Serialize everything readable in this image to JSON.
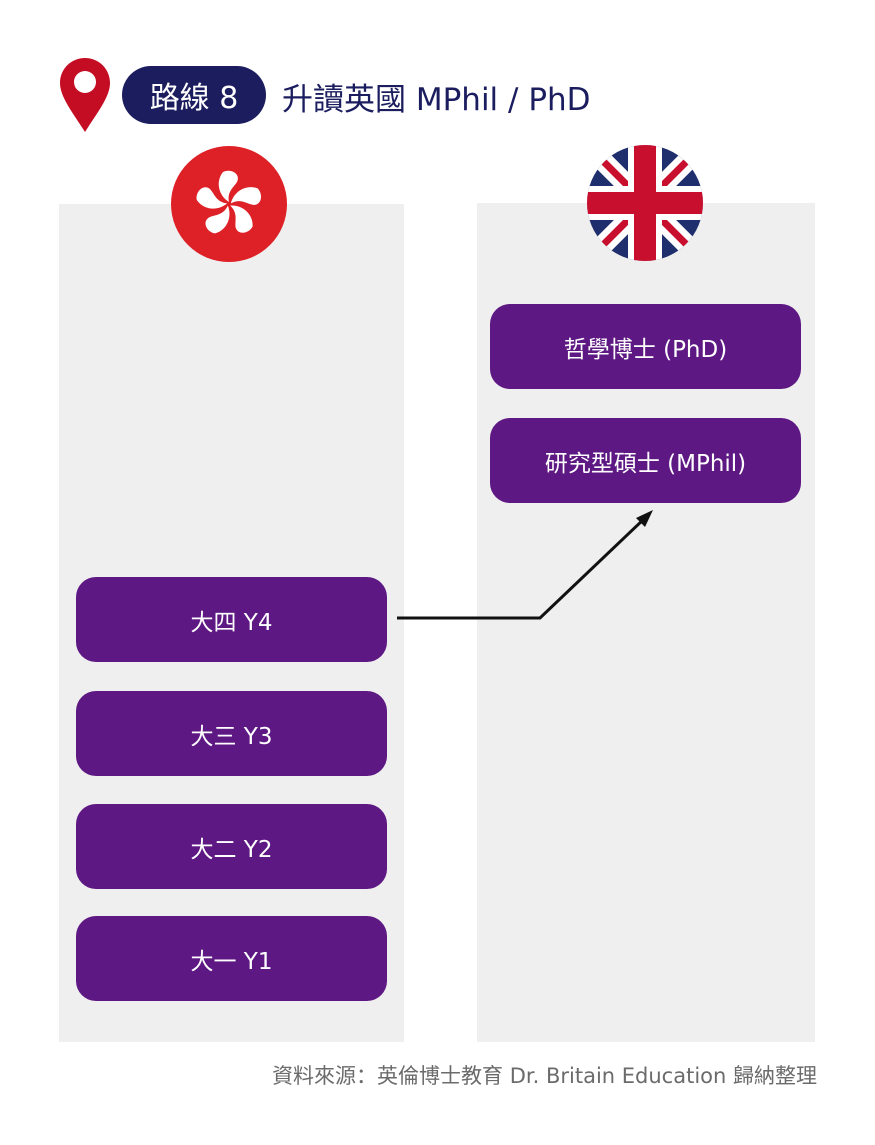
{
  "header": {
    "route_badge": "路線 8",
    "title": "升讀英國 MPhil / PhD"
  },
  "left_column": {
    "flag": "hong-kong-flag",
    "stages": [
      {
        "label": "大四 Y4"
      },
      {
        "label": "大三 Y3"
      },
      {
        "label": "大二 Y2"
      },
      {
        "label": "大一 Y1"
      }
    ]
  },
  "right_column": {
    "flag": "uk-flag",
    "stages": [
      {
        "label": "哲學博士 (PhD)"
      },
      {
        "label": "研究型碩士 (MPhil)"
      }
    ]
  },
  "footer": {
    "source": "資料來源：英倫博士教育 Dr. Britain Education 歸納整理"
  },
  "colors": {
    "navy": "#1b1d5f",
    "purple": "#5e1883",
    "red": "#c8102e",
    "panel": "#efefef"
  }
}
